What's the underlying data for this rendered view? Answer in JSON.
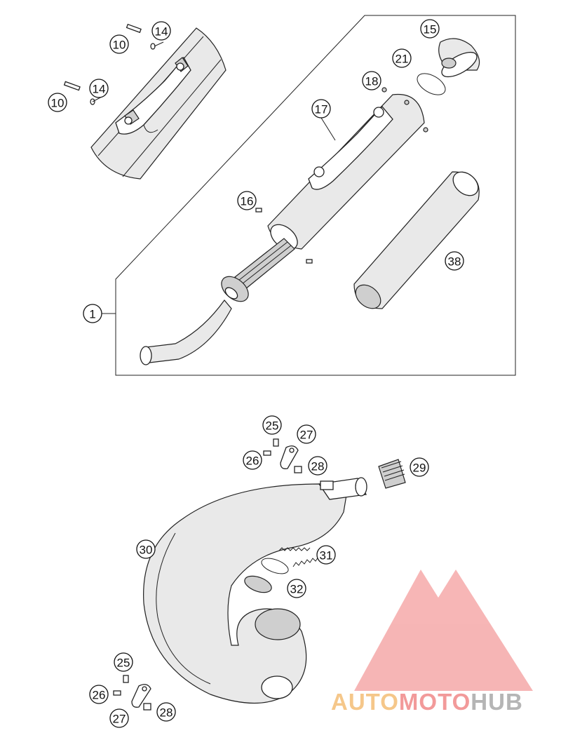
{
  "callouts": {
    "c10a": "10",
    "c14a": "14",
    "c14b": "14",
    "c10b": "10",
    "c15": "15",
    "c21": "21",
    "c18": "18",
    "c17": "17",
    "c16": "16",
    "c38": "38",
    "c1": "1",
    "c25a": "25",
    "c27a": "27",
    "c26a": "26",
    "c28a": "28",
    "c29": "29",
    "c30": "30",
    "c31": "31",
    "c32": "32",
    "c25b": "25",
    "c26b": "26",
    "c27b": "27",
    "c28b": "28"
  },
  "watermark": {
    "part1": "AUTO",
    "part2": "MOTO",
    "part3": "HUB",
    "color_auto": "#f5c78a",
    "color_moto": "#f29a9a",
    "color_hub": "#b5b5b5",
    "logo_color": "#f07a7a"
  }
}
